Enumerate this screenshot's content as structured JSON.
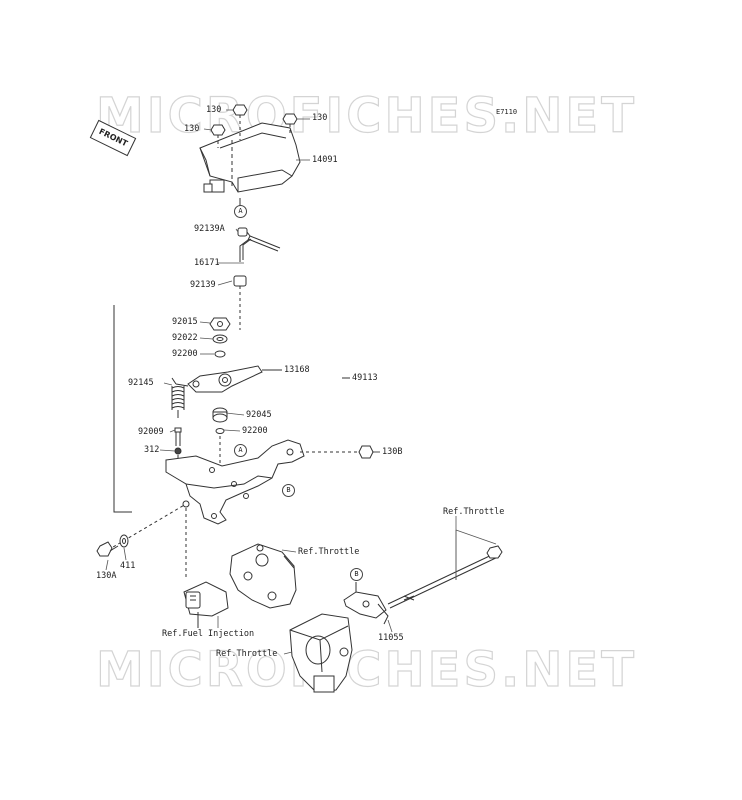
{
  "watermark": {
    "text": "MICROFICHES.NET"
  },
  "diagram_code": "E7110",
  "front_label": "FRONT",
  "part_labels": {
    "p130_a": "130",
    "p130_b": "130",
    "p130_c": "130",
    "p14091": "14091",
    "p92139a": "92139A",
    "p16171": "16171",
    "p92139": "92139",
    "p92015": "92015",
    "p92022": "92022",
    "p92200_a": "92200",
    "p13168": "13168",
    "p49113": "49113",
    "p92145": "92145",
    "p92045": "92045",
    "p92009": "92009",
    "p92200_b": "92200",
    "p312": "312",
    "p130b": "130B",
    "p130a": "130A",
    "p411": "411",
    "p11055": "11055"
  },
  "references": {
    "throttle_upper": "Ref.Throttle",
    "throttle_right": "Ref.Throttle",
    "throttle_lower": "Ref.Throttle",
    "fuel_injection": "Ref.Fuel Injection"
  },
  "callouts": {
    "a1": "A",
    "a2": "A",
    "b1": "B",
    "b2": "B"
  }
}
